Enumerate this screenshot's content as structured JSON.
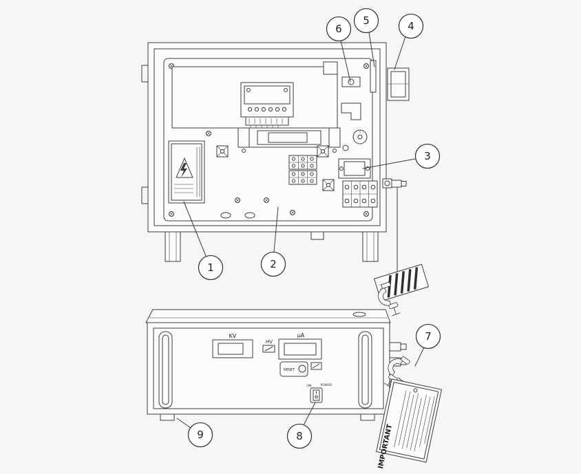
{
  "diagram": {
    "background_color": "#f5f6f7",
    "line_color": "#3a3a3a"
  },
  "callouts": [
    {
      "label": "1"
    },
    {
      "label": "2"
    },
    {
      "label": "3"
    },
    {
      "label": "4"
    },
    {
      "label": "5"
    },
    {
      "label": "6"
    },
    {
      "label": "7"
    },
    {
      "label": "8"
    },
    {
      "label": "9"
    }
  ],
  "front_panel": {
    "kv_label": "KV",
    "hv_label": "HV",
    "ua_label": "µA",
    "reset_label": "RESET",
    "on_label": "ON",
    "power_label": "POWER"
  },
  "tags": {
    "important_title": "IMPORTANT"
  }
}
